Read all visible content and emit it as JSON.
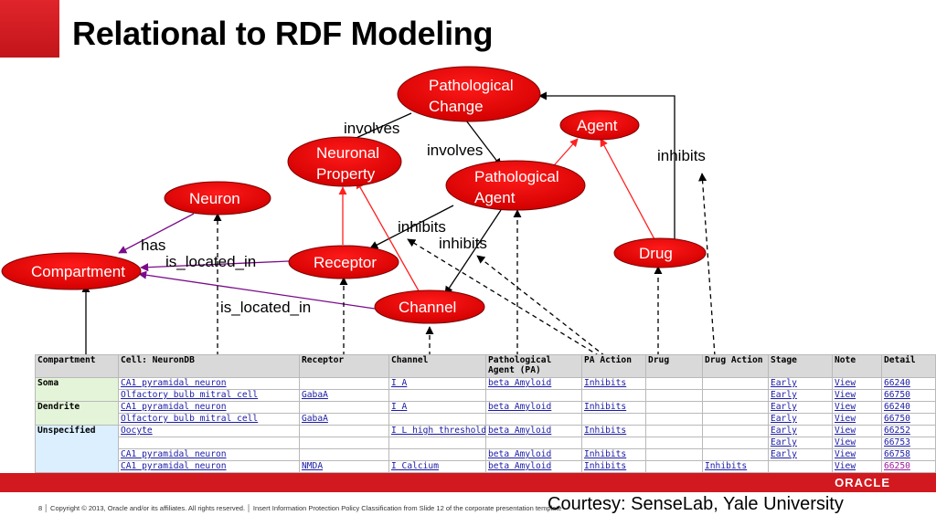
{
  "slide": {
    "title": "Relational to RDF Modeling",
    "courtesy": "Courtesy: SenseLab, Yale University",
    "footer": {
      "page": "8",
      "copyright": "Copyright © 2013, Oracle and/or its affiliates. All rights reserved.",
      "classification": "Insert Information Protection Policy Classification from Slide 12 of the corporate presentation template"
    },
    "logo": "ORACLE"
  },
  "nodes": {
    "pathological_change": [
      "Pathological",
      "Change"
    ],
    "agent": [
      "Agent"
    ],
    "neuronal_property": [
      "Neuronal",
      "Property"
    ],
    "pathological_agent": [
      "Pathological",
      "Agent"
    ],
    "neuron": [
      "Neuron"
    ],
    "receptor": [
      "Receptor"
    ],
    "drug": [
      "Drug"
    ],
    "compartment": [
      "Compartment"
    ],
    "channel": [
      "Channel"
    ]
  },
  "edges": {
    "involves_1": "involves",
    "involves_2": "involves",
    "inhibits_drug": "inhibits",
    "inhibits_receptor": "inhibits",
    "inhibits_channel": "inhibits",
    "has": "has",
    "is_located_in_1": "is_located_in",
    "is_located_in_2": "is_located_in"
  },
  "table": {
    "headers": [
      "Compartment",
      "Cell: NeuronDB",
      "Receptor",
      "Channel",
      "Pathological Agent (PA)",
      "PA Action",
      "Drug",
      "Drug Action",
      "Stage",
      "Note",
      "Detail"
    ],
    "rows": [
      {
        "compartment": "Soma",
        "cell": "CA1 pyramidal neuron",
        "receptor": "",
        "channel": "I A",
        "pa": "beta Amyloid",
        "pa_action": "Inhibits",
        "drug": "",
        "drug_action": "",
        "stage": "Early",
        "note": "View",
        "detail": "66240"
      },
      {
        "compartment": "",
        "cell": "Olfactory bulb mitral cell",
        "receptor": "GabaA",
        "channel": "",
        "pa": "",
        "pa_action": "",
        "drug": "",
        "drug_action": "",
        "stage": "Early",
        "note": "View",
        "detail": "66750"
      },
      {
        "compartment": "Dendrite",
        "cell": "CA1 pyramidal neuron",
        "receptor": "",
        "channel": "I A",
        "pa": "beta Amyloid",
        "pa_action": "Inhibits",
        "drug": "",
        "drug_action": "",
        "stage": "Early",
        "note": "View",
        "detail": "66240"
      },
      {
        "compartment": "",
        "cell": "Olfactory bulb mitral cell",
        "receptor": "GabaA",
        "channel": "",
        "pa": "",
        "pa_action": "",
        "drug": "",
        "drug_action": "",
        "stage": "Early",
        "note": "View",
        "detail": "66750"
      },
      {
        "compartment": "Unspecified",
        "cell": "Oocyte",
        "receptor": "",
        "channel": "I L high threshold",
        "pa": "beta Amyloid",
        "pa_action": "Inhibits",
        "drug": "",
        "drug_action": "",
        "stage": "Early",
        "note": "View",
        "detail": "66252"
      },
      {
        "compartment": "",
        "cell": "",
        "receptor": "",
        "channel": "",
        "pa": "",
        "pa_action": "",
        "drug": "",
        "drug_action": "",
        "stage": "Early",
        "note": "View",
        "detail": "66753"
      },
      {
        "compartment": "",
        "cell": "CA1 pyramidal neuron",
        "receptor": "",
        "channel": "",
        "pa": "beta Amyloid",
        "pa_action": "Inhibits",
        "drug": "",
        "drug_action": "",
        "stage": "Early",
        "note": "View",
        "detail": "66758"
      },
      {
        "compartment": "",
        "cell": "CA1 pyramidal neuron",
        "receptor": "NMDA",
        "channel": "I Calcium",
        "pa": "beta Amyloid",
        "pa_action": "Inhibits",
        "drug": "",
        "drug_action": "Inhibits",
        "stage": "",
        "note": "View",
        "detail": "66250"
      }
    ]
  },
  "colors": {
    "node_fill": "#e00000",
    "brand_red": "#d2191f",
    "link": "#1a1aa6",
    "visited_link": "#a0189c"
  }
}
